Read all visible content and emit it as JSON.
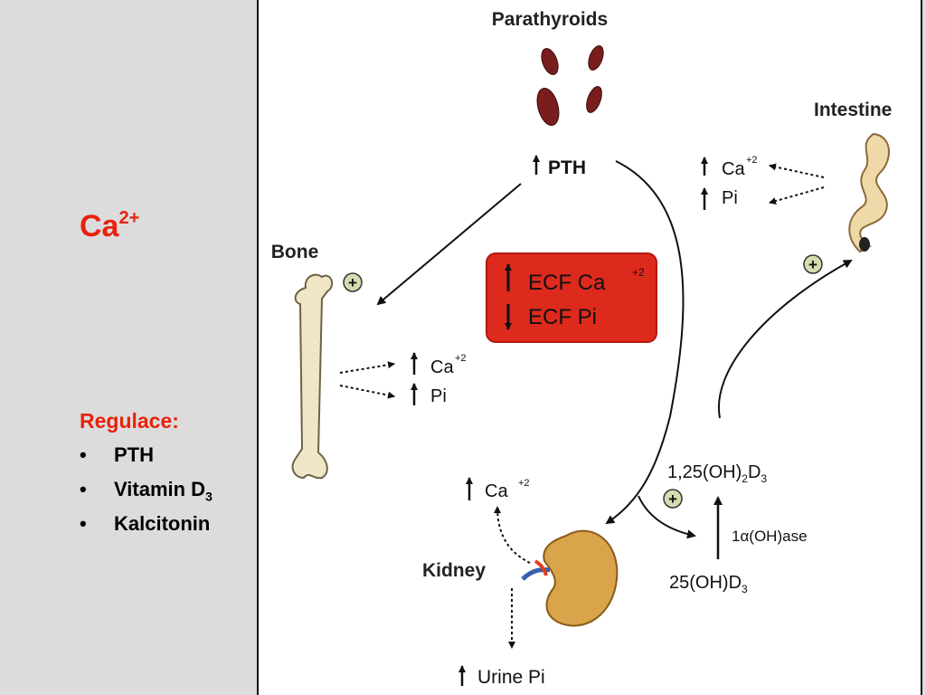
{
  "slide": {
    "title_base": "Ca",
    "title_sup": "2+",
    "regulace_label": "Regulace:",
    "items": [
      {
        "text": "PTH",
        "sub": ""
      },
      {
        "text": "Vitamin D",
        "sub": "3"
      },
      {
        "text": "Kalcitonin",
        "sub": ""
      }
    ]
  },
  "diagram": {
    "parathyroids": "Parathyroids",
    "intestine": "Intestine",
    "bone": "Bone",
    "kidney": "Kidney",
    "pth": "PTH",
    "ca": "Ca",
    "ca_sup": "+2",
    "pi": "Pi",
    "ecf_ca": "ECF Ca",
    "ecf_ca_sup": "+2",
    "ecf_pi": "ECF Pi",
    "d3_active_a": "1,25(OH)",
    "d3_active_sub": "2",
    "d3_active_b": "D",
    "d3_active_sub2": "3",
    "enzyme_a": "1",
    "enzyme_alpha": "α",
    "enzyme_b": "(OH)ase",
    "d3_precursor_a": "25(OH)D",
    "d3_precursor_sub": "3",
    "urine_pi": "Urine Pi",
    "plus": "+"
  },
  "colors": {
    "title_red": "#e8220c",
    "box_red": "#dd2a1d",
    "bone": "#efe6c8",
    "gland": "#7a1d1d",
    "kidney": "#d9a44a",
    "intestine": "#f0d9a8",
    "plus_badge": "#d7dcb0"
  }
}
